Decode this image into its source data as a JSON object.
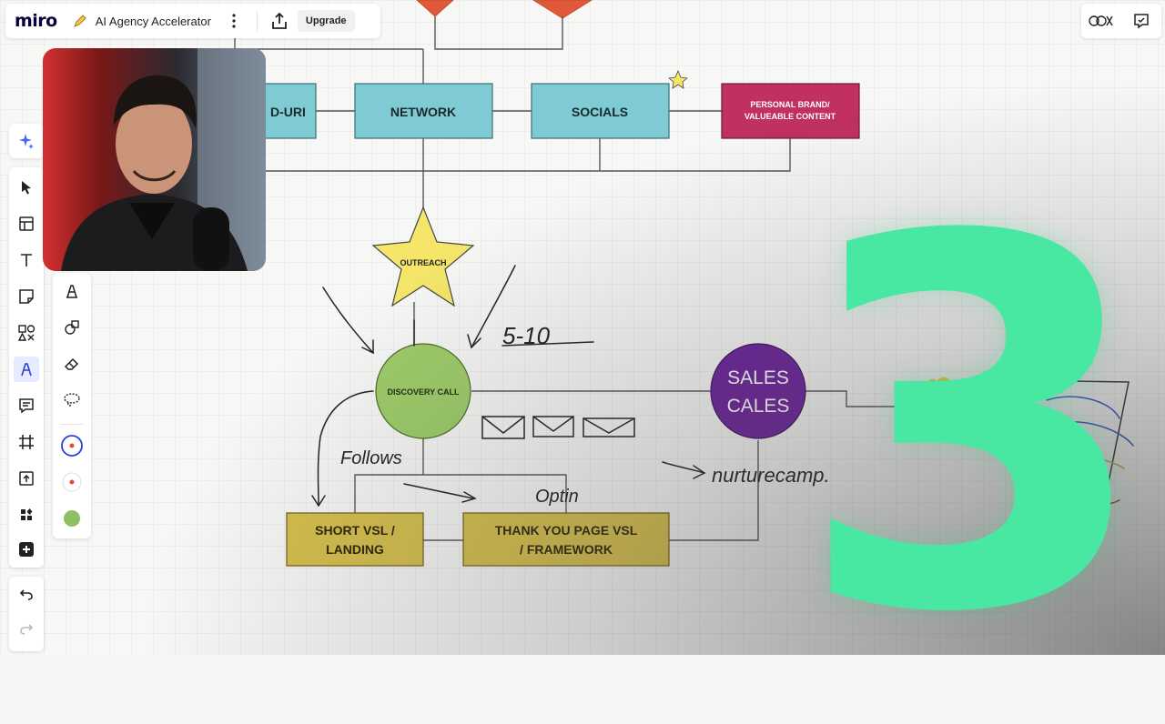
{
  "app": {
    "logo": "miro",
    "board_title": "AI Agency Accelerator",
    "upgrade_label": "Upgrade"
  },
  "top_right": {
    "reactions_icon": "reactions-icon",
    "feedback_icon": "feedback-icon"
  },
  "toolbar": {
    "tools": [
      "select",
      "templates",
      "text",
      "sticky-note",
      "shapes",
      "pen",
      "comment",
      "frame",
      "upload",
      "apps",
      "add"
    ],
    "active_tool": "pen"
  },
  "pen_options": {
    "tools": [
      "marker",
      "shape-recognition",
      "eraser",
      "lasso"
    ],
    "colors": [
      "#2a3fd6",
      "#e04a3a",
      "#8cc063"
    ]
  },
  "board": {
    "nodes": {
      "uri": "D-URI",
      "network": "NETWORK",
      "socials": "SOCIALS",
      "personal_brand_1": "PERSONAL BRAND/",
      "personal_brand_2": "VALUEABLE CONTENT",
      "outreach": "OUTREACH",
      "discovery_call": "DISCOVERY CALL",
      "sales_1": "SALES",
      "sales_2": "CALES",
      "short_vsl_1": "SHORT VSL /",
      "short_vsl_2": "LANDING",
      "thank_you_1": "THANK YOU PAGE VSL",
      "thank_you_2": "/ FRAMEWORK"
    },
    "handwriting": {
      "range": "5-10",
      "follows": "Follows",
      "optin": "Optin",
      "nurture": "nurturecamp."
    },
    "emoji": {
      "money_bag": "💰"
    }
  },
  "overlay": {
    "episode_number": "3"
  },
  "colors": {
    "teal_box": "#7ecbd4",
    "magenta_box": "#c03060",
    "star_yellow": "#f5e66a",
    "green_circle": "#9dcc68",
    "purple_circle": "#6a1f9a",
    "olive_box": "#d6bf4b",
    "accent_green": "#49e8a2"
  }
}
